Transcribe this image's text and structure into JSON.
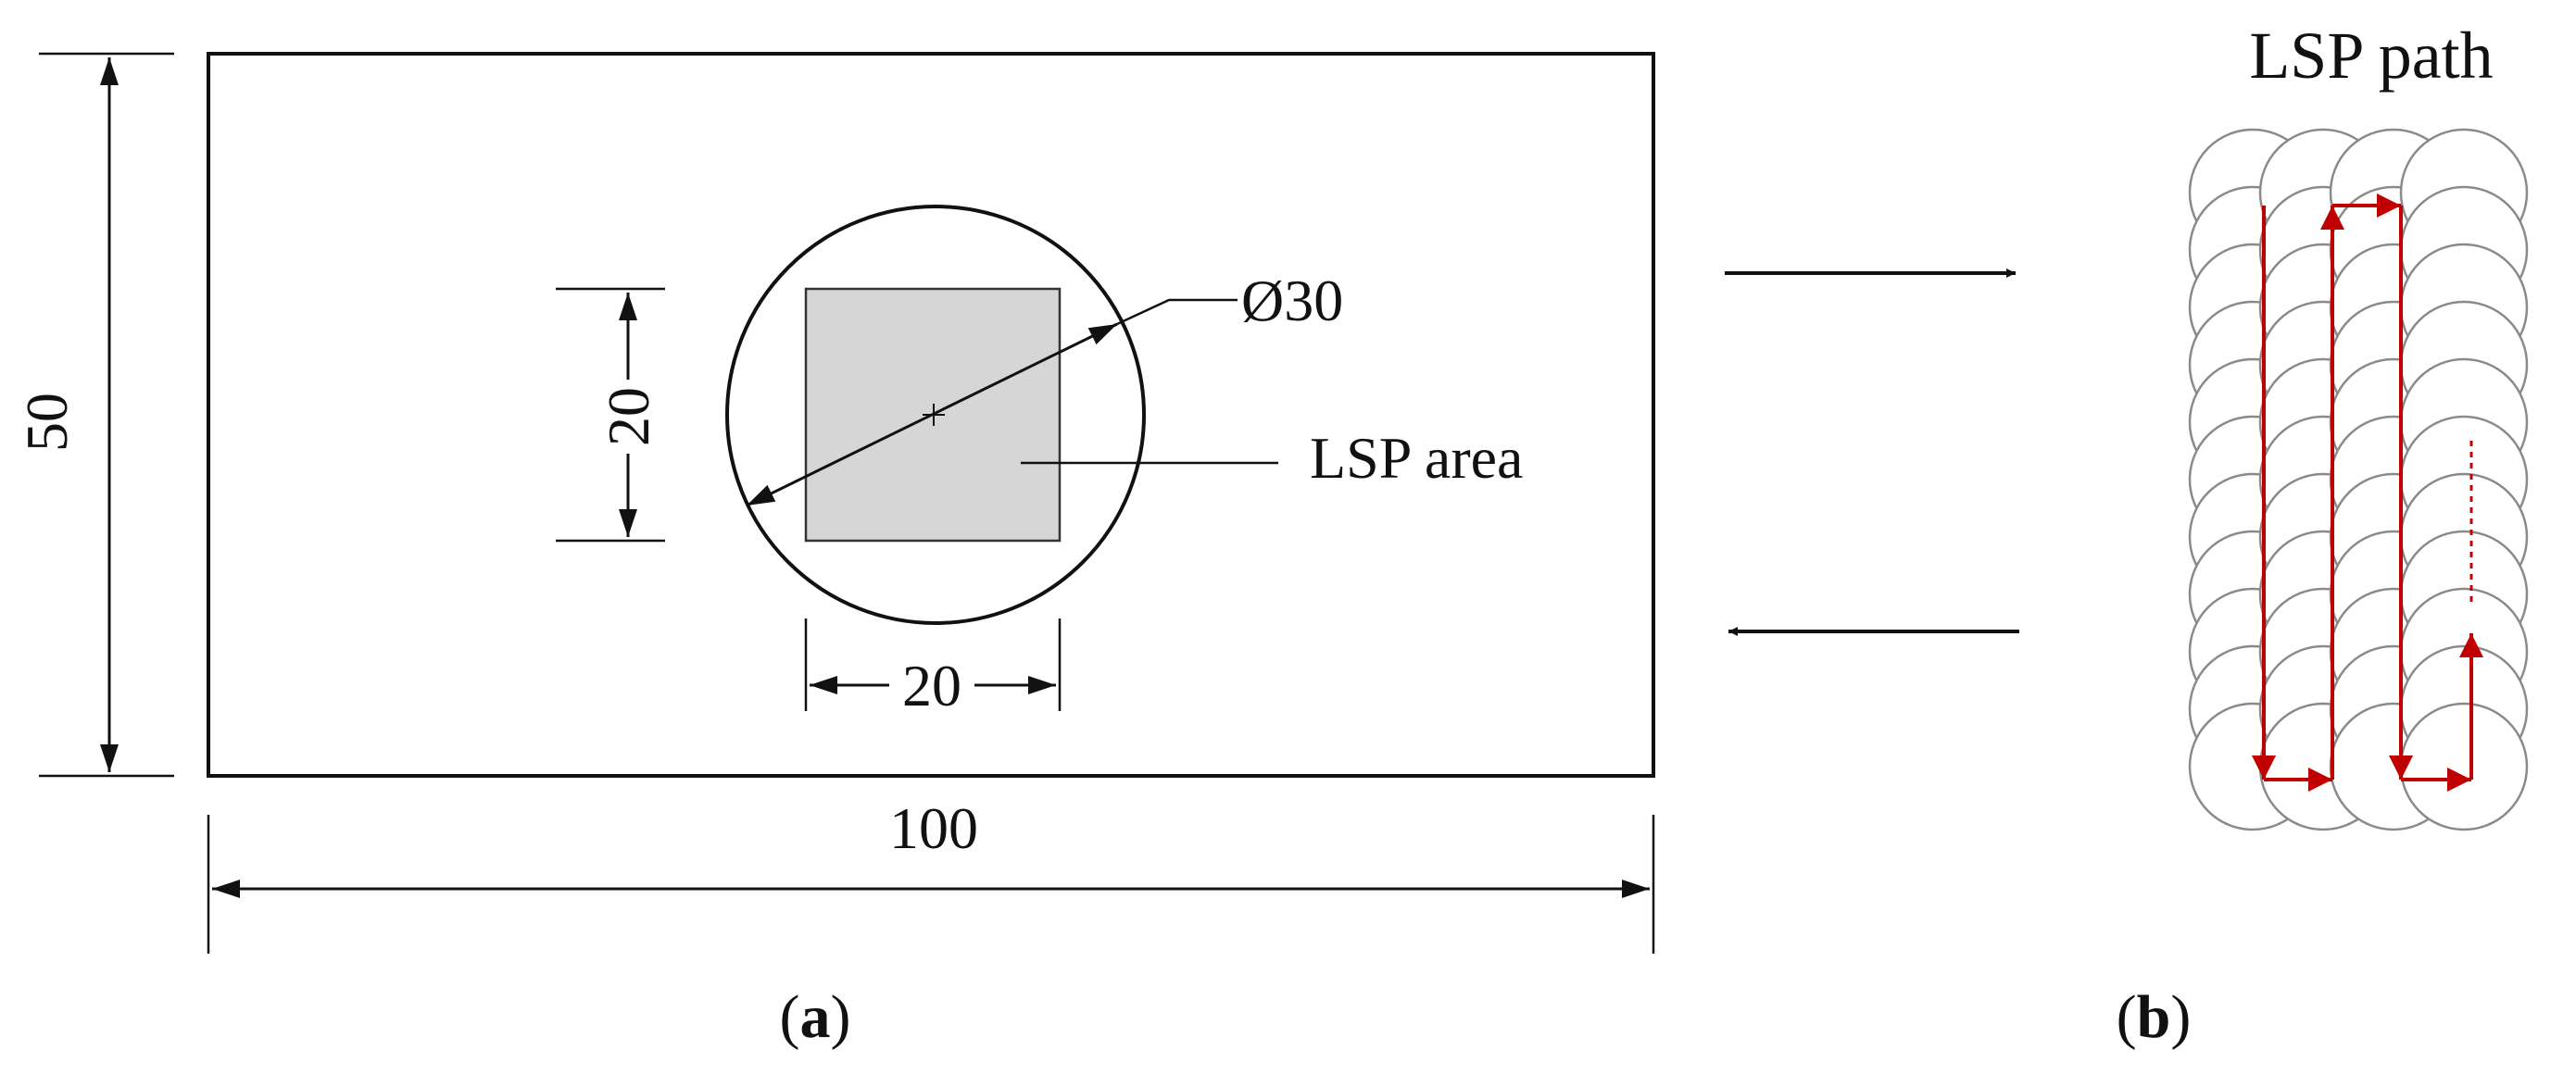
{
  "panel_a": {
    "label_open": "(",
    "label_letter": "a",
    "label_close": ")",
    "dim_height": "50",
    "dim_width": "100",
    "dim_square_height": "20",
    "dim_square_width": "20",
    "dim_circle_diameter": "Ø30",
    "lsp_area_label": "LSP area"
  },
  "panel_b": {
    "label_open": "(",
    "label_letter": "b",
    "label_close": ")",
    "title": "LSP path"
  },
  "colors": {
    "line": "#111111",
    "lsp_area_fill": "#d6d6d6",
    "spot_outline": "#8a8a8a",
    "path": "#c00000"
  }
}
